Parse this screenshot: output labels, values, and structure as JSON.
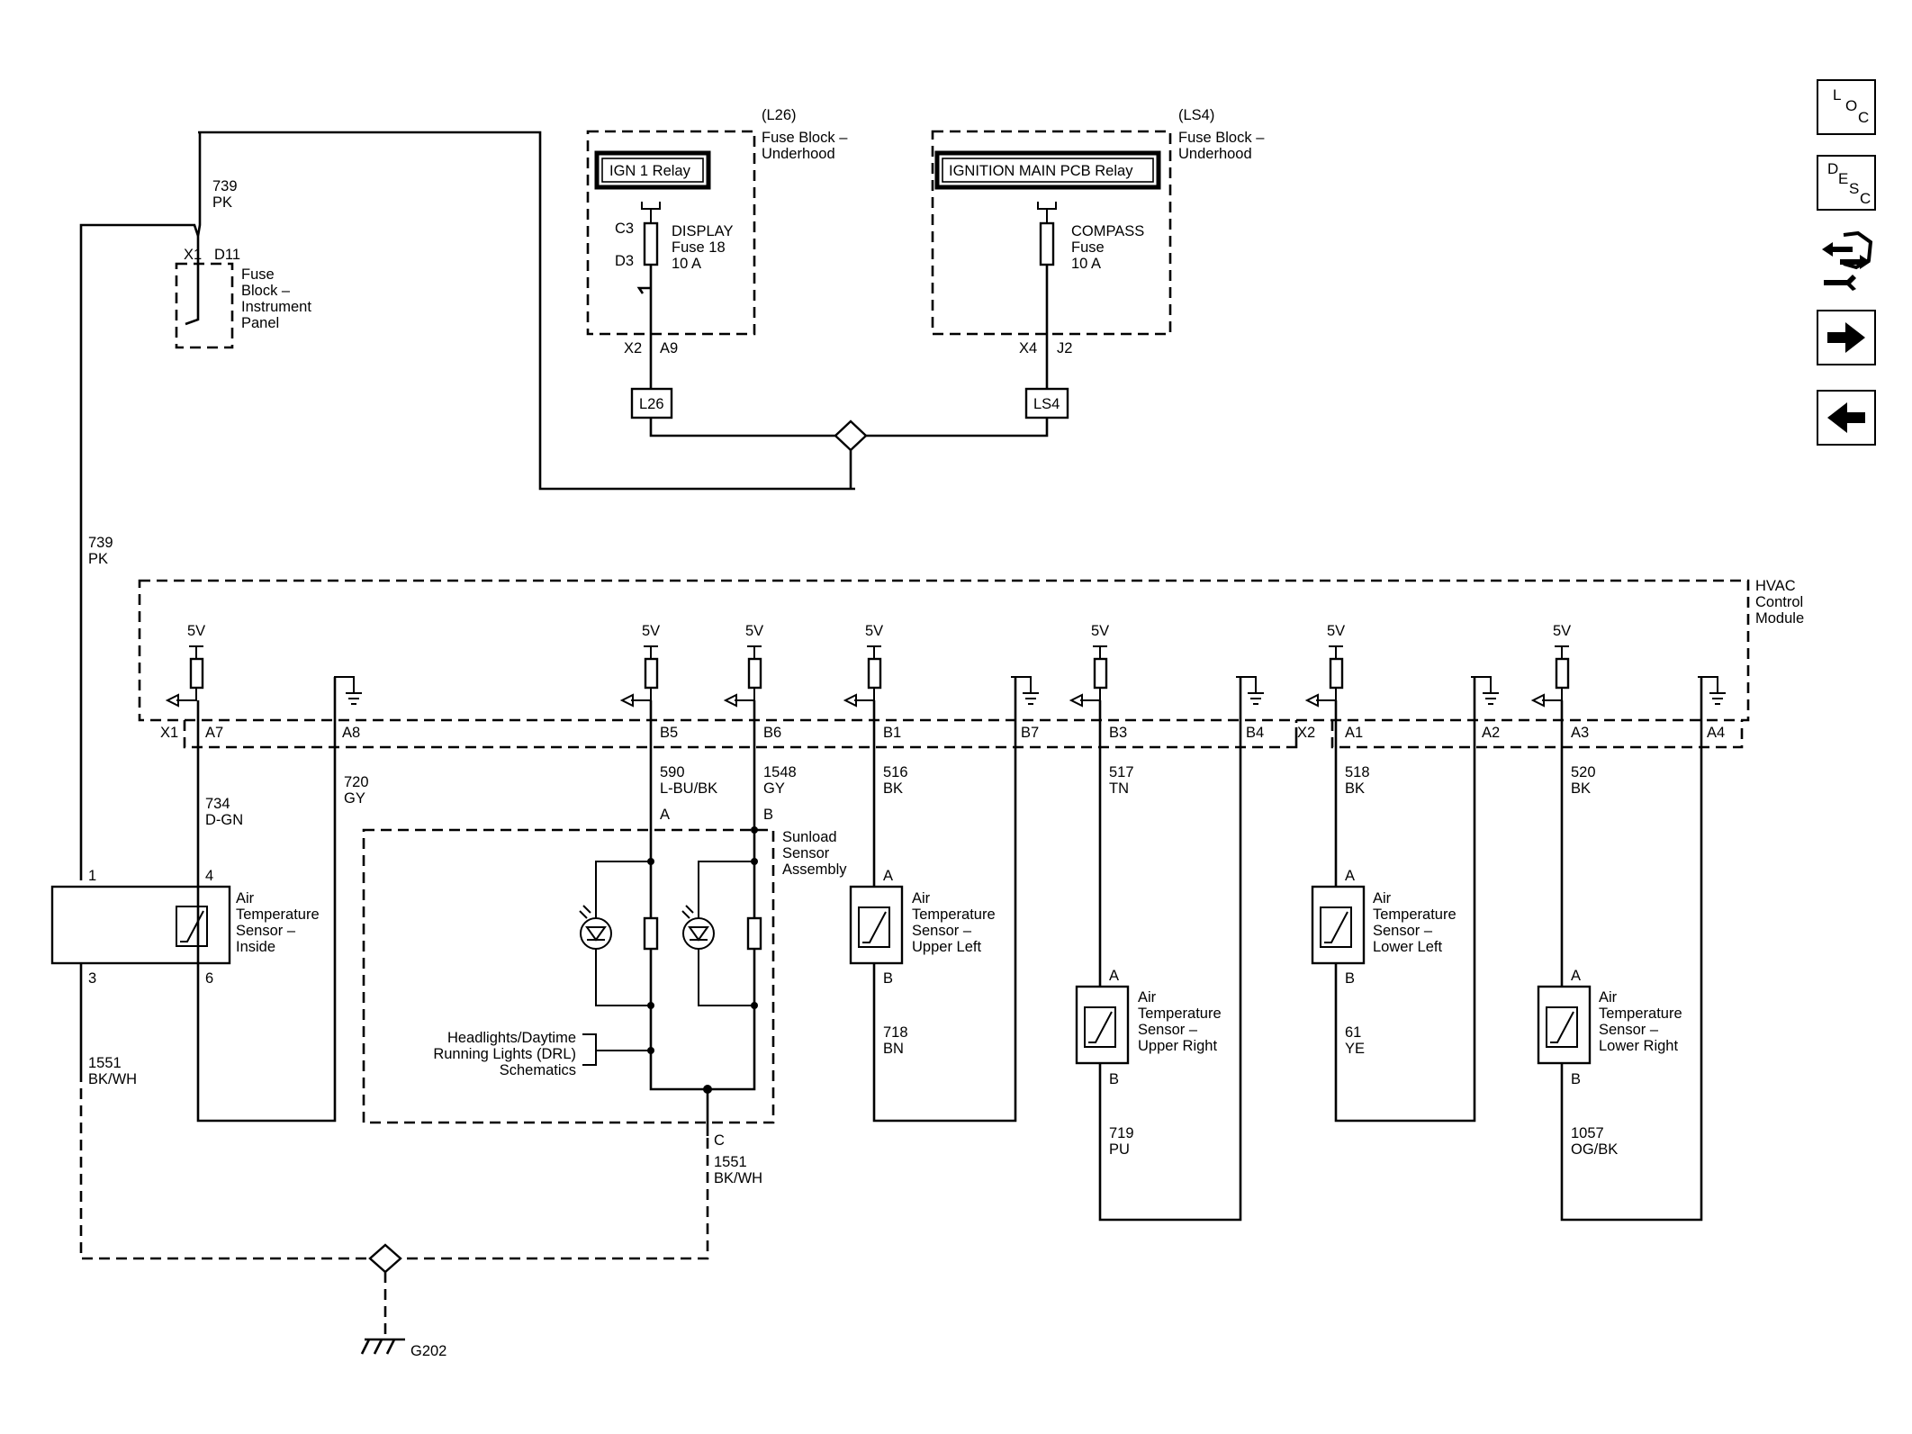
{
  "nav": {
    "loc": [
      "L",
      "O",
      "C"
    ],
    "desc": [
      "D",
      "E",
      "S",
      "C"
    ]
  },
  "top": {
    "fuse_ip": {
      "connector": "X1",
      "pin": "D11",
      "label": [
        "Fuse",
        "Block –",
        "Instrument",
        "Panel"
      ],
      "wire_up": [
        "739",
        "PK"
      ]
    },
    "fb_l26": {
      "tag": "(L26)",
      "label": [
        "Fuse Block –",
        "Underhood"
      ],
      "relay": "IGN 1 Relay",
      "fuse_label": [
        "DISPLAY",
        "Fuse 18",
        "10 A"
      ],
      "pin_top": "C3",
      "pin_bottom": "D3",
      "out_connector": "X2",
      "out_pin": "A9",
      "splice": "L26"
    },
    "fb_ls4": {
      "tag": "(LS4)",
      "label": [
        "Fuse Block –",
        "Underhood"
      ],
      "relay": "IGNITION MAIN PCB Relay",
      "fuse_label": [
        "COMPASS",
        "Fuse",
        "10 A"
      ],
      "out_connector": "X4",
      "out_pin": "J2",
      "splice": "LS4"
    },
    "wire_left": [
      "739",
      "PK"
    ]
  },
  "hvac": {
    "label": [
      "HVAC",
      "Control",
      "Module"
    ],
    "x1": "X1",
    "x2": "X2",
    "five_v": "5V",
    "pins": {
      "A7": "A7",
      "A8": "A8",
      "B5": "B5",
      "B6": "B6",
      "B1": "B1",
      "B7": "B7",
      "B3": "B3",
      "B4": "B4",
      "A1": "A1",
      "A2": "A2",
      "A3": "A3",
      "A4": "A4"
    }
  },
  "wires": {
    "w734": [
      "734",
      "D-GN"
    ],
    "w720": [
      "720",
      "GY"
    ],
    "w590": [
      "590",
      "L-BU/BK"
    ],
    "w1548": [
      "1548",
      "GY"
    ],
    "w516": [
      "516",
      "BK"
    ],
    "w517": [
      "517",
      "TN"
    ],
    "w518": [
      "518",
      "BK"
    ],
    "w520": [
      "520",
      "BK"
    ],
    "w718": [
      "718",
      "BN"
    ],
    "w719": [
      "719",
      "PU"
    ],
    "w61": [
      "61",
      "YE"
    ],
    "w1057": [
      "1057",
      "OG/BK"
    ],
    "w1551_left": [
      "1551",
      "BK/WH"
    ],
    "w1551_sun": [
      "1551",
      "BK/WH"
    ]
  },
  "sensors": {
    "inside": {
      "label": [
        "Air",
        "Temperature",
        "Sensor –",
        "Inside"
      ],
      "pins": [
        "1",
        "4",
        "3",
        "6"
      ]
    },
    "upper_left": {
      "label": [
        "Air",
        "Temperature",
        "Sensor –",
        "Upper Left"
      ],
      "pin_a": "A",
      "pin_b": "B"
    },
    "upper_right": {
      "label": [
        "Air",
        "Temperature",
        "Sensor –",
        "Upper Right"
      ],
      "pin_a": "A",
      "pin_b": "B"
    },
    "lower_left": {
      "label": [
        "Air",
        "Temperature",
        "Sensor –",
        "Lower Left"
      ],
      "pin_a": "A",
      "pin_b": "B"
    },
    "lower_right": {
      "label": [
        "Air",
        "Temperature",
        "Sensor –",
        "Lower Right"
      ],
      "pin_a": "A",
      "pin_b": "B"
    }
  },
  "sunload": {
    "label": [
      "Sunload",
      "Sensor",
      "Assembly"
    ],
    "pin_a": "A",
    "pin_b": "B",
    "pin_c": "C",
    "drl_ref": [
      "Headlights/Daytime",
      "Running Lights (DRL)",
      "Schematics"
    ]
  },
  "ground": "G202"
}
